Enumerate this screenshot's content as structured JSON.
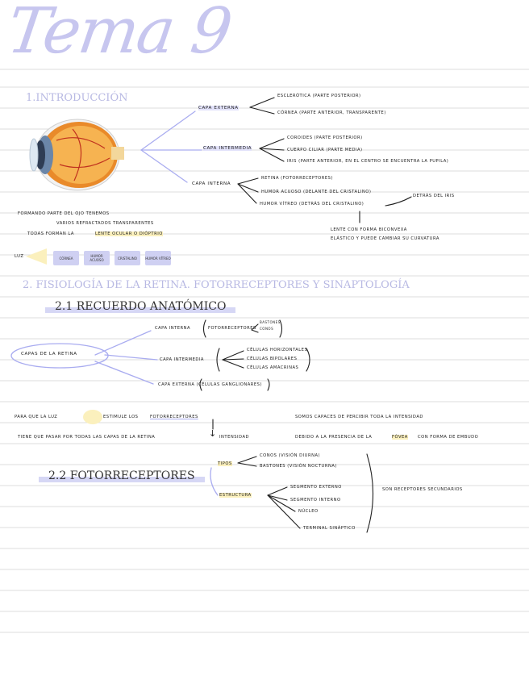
{
  "title": "Tema 9",
  "intro": {
    "heading": "1.INTRODUCCIÓN",
    "capa_externa": "CAPA EXTERNA",
    "esclerotica": "ESCLERÓTICA (PARTE POSTERIOR)",
    "cornea": "CÓRNEA (PARTE ANTERIOR, TRANSPARENTE)",
    "capa_intermedia": "CAPA INTERMEDIA",
    "coroides": "COROIDES (PARTE POSTERIOR)",
    "cuerpo_ciliar": "CUERPO CILIAR (PARTE MEDIA)",
    "iris": "IRIS (PARTE ANTERIOR, EN EL CENTRO SE ENCUENTRA LA PUPILA)",
    "capa_interna": "CAPA INTERNA",
    "retina": "RETINA (FOTORRECEPTORES)",
    "humor_acuoso": "HUMOR ACUOSO (DELANTE DEL CRISTALINO)",
    "humor_vitreo": "HUMOR VÍTREO (DETRÁS DEL CRISTALINO)",
    "detras_iris": "DETRÁS DEL IRIS",
    "lente": "LENTE CON FORMA BICONVEXA",
    "lente2": "ELÁSTICO Y PUEDE CAMBIAR SU CURVATURA",
    "formando1": "FORMANDO PARTE DEL OJO TENEMOS",
    "formando2": "VARIOS REFRACTADOS TRANSPARENTES",
    "formando3_a": "TODAS FORMAN LA",
    "formando3_b": "LENTE OCULAR O DIÓPTRIO",
    "luz": "LUZ",
    "chips": [
      "CÓRNEA",
      "HUMOR ACUOSO",
      "CRISTALINO",
      "HUMOR VÍTREO"
    ]
  },
  "fisiologia": {
    "heading": "2. FISIOLOGÍA DE LA RETINA. FOTORRECEPTORES Y SINAPTOLOGÍA",
    "sub1": "2.1 RECUERDO ANATÓMICO",
    "capas": "CAPAS DE LA RETINA",
    "capa_interna": "CAPA INTERNA",
    "fotorreceptores": "FOTORRECEPTORES",
    "bastones": "BASTONES",
    "conos": "CONOS",
    "capa_intermedia": "CAPA INTERMEDIA",
    "celulas_horizontales": "CÉLULAS HORIZONTALES",
    "celulas_bipolares": "CÉLULAS BIPOLARES",
    "celulas_amacrinas": "CÉLULAS AMACRINAS",
    "capa_externa": "CAPA EXTERNA (CÉLULAS GANGLIONARES)",
    "luz1_a": "PARA QUE LA LUZ",
    "luz1_b": "ESTIMULE LOS",
    "luz1_c": "FOTORRECEPTORES",
    "luz2": "TIENE QUE PASAR POR TODAS LAS CAPAS DE LA RETINA",
    "intensidad": "INTENSIDAD",
    "somos1": "SOMOS CAPACES DE PERCIBIR TODA LA INTENSIDAD",
    "somos2_a": "DEBIDO A LA PRESENCIA DE LA",
    "somos2_b": "FÓVEA",
    "somos2_c": "CON FORMA DE EMBUDO",
    "sub2": "2.2 FOTORRECEPTORES",
    "tipos": "TIPOS",
    "conos_vision": "CONOS (VISIÓN DIURNA)",
    "bastones_vision": "BASTONES (VISIÓN NOCTURNA)",
    "estructura": "ESTRUCTURA",
    "seg_externo": "SEGMENTO EXTERNO",
    "seg_interno": "SEGMENTO INTERNO",
    "nucleo": "NÚCLEO",
    "terminal": "TERMINAL SINÁPTICO",
    "receptores": "SON RECEPTORES SECUNDARIOS"
  },
  "colors": {
    "title": "#c7c6ef",
    "heading": "#b8b9e3",
    "chip": "#cfd0f2",
    "highlight_yellow": "#fbf0bd",
    "ruling": "#dcdcdc",
    "connector": "#a9acf0"
  }
}
